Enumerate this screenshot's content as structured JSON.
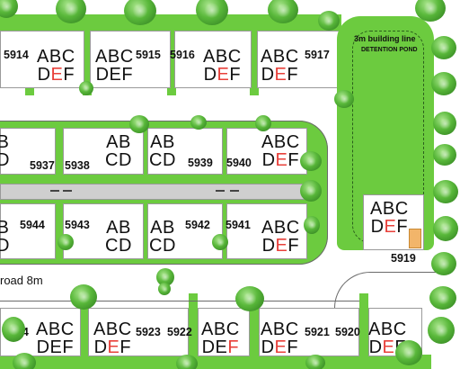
{
  "map": {
    "pond_label": "DETENTION POND",
    "building_line_label": "3m building line",
    "road_label": "road 8m",
    "colors": {
      "green": "#6ccb3f",
      "red_letter": "#e8403a",
      "outline": "#6a6a6a"
    }
  },
  "lots": {
    "l5914": {
      "number": "5914",
      "l1": [
        "A",
        "B",
        "C"
      ],
      "l2": [
        "D",
        "E",
        "F"
      ]
    },
    "l5915": {
      "number": "5915",
      "l1": [
        "A",
        "B",
        "C"
      ],
      "l2": [
        "D",
        "E",
        "F"
      ]
    },
    "l5916": {
      "number": "5916",
      "l1": [
        "A",
        "B",
        "C"
      ],
      "l2": [
        "D",
        "E",
        "F"
      ]
    },
    "l5917": {
      "number": "5917",
      "l1": [
        "A",
        "B",
        "C"
      ],
      "l2": [
        "D",
        "E",
        "F"
      ]
    },
    "l5937": {
      "number": "5937",
      "l1": [
        "B"
      ],
      "l2": [
        "D"
      ]
    },
    "l5938": {
      "number": "5938",
      "l1": [
        "A",
        "B"
      ],
      "l2": [
        "C",
        "D"
      ]
    },
    "l5939": {
      "number": "5939",
      "l1": [
        "A",
        "B"
      ],
      "l2": [
        "C",
        "D"
      ]
    },
    "l5940": {
      "number": "5940",
      "l1": [
        "A",
        "B",
        "C"
      ],
      "l2": [
        "D",
        "E",
        "F"
      ]
    },
    "l5944": {
      "number": "5944",
      "l1": [
        "B"
      ],
      "l2": [
        "D"
      ]
    },
    "l5943": {
      "number": "5943",
      "l1": [
        "A",
        "B"
      ],
      "l2": [
        "C",
        "D"
      ]
    },
    "l5942": {
      "number": "5942",
      "l1": [
        "A",
        "B"
      ],
      "l2": [
        "C",
        "D"
      ]
    },
    "l5941": {
      "number": "5941",
      "l1": [
        "A",
        "B",
        "C"
      ],
      "l2": [
        "D",
        "E",
        "F"
      ]
    },
    "l5919": {
      "number": "5919",
      "l1": [
        "A",
        "B",
        "C"
      ],
      "l2": [
        "D",
        "E",
        "F"
      ]
    },
    "l5924": {
      "number": "5924",
      "l1": [
        "A",
        "B",
        "C"
      ],
      "l2": [
        "D",
        "E",
        "F"
      ]
    },
    "l5923": {
      "number": "5923",
      "l1": [
        "A",
        "B",
        "C"
      ],
      "l2": [
        "D",
        "E",
        "F"
      ]
    },
    "l5922": {
      "number": "5922",
      "l1": [
        "A",
        "B",
        "C"
      ],
      "l2": [
        "D",
        "E",
        "F"
      ]
    },
    "l5921": {
      "number": "5921",
      "l1": [
        "A",
        "B",
        "C"
      ],
      "l2": [
        "D",
        "E",
        "F"
      ]
    },
    "l5920": {
      "number": "5920",
      "l1": [
        "A",
        "B",
        "C"
      ],
      "l2": [
        "D",
        "E",
        "F"
      ]
    }
  }
}
